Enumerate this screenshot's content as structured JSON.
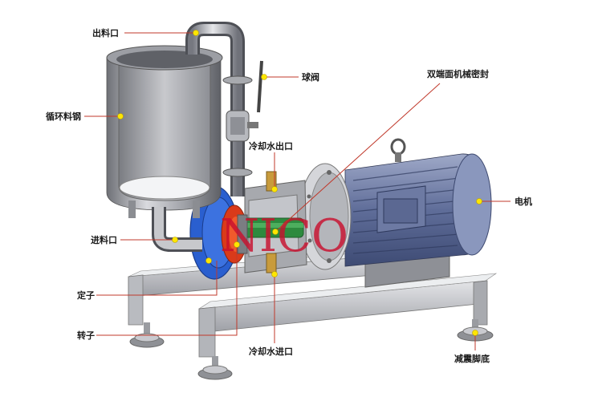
{
  "labels": {
    "outlet": "出料口",
    "ball_valve": "球阀",
    "seal": "双端面机械密封",
    "tank": "循环料钢",
    "cool_out": "冷却水出口",
    "motor": "电机",
    "inlet": "进料口",
    "stator": "定子",
    "rotor": "转子",
    "cool_in": "冷却水进口",
    "feet": "减震脚底"
  },
  "watermark": "NICO",
  "colors": {
    "leader": "#c0392b",
    "dot": "#ffe600",
    "stator_blue": "#2a5fcf",
    "rotor_red": "#d93a1a",
    "shaft_green": "#2d8a3e",
    "steel": "#a9abb0",
    "motor_blue": "#7f93c7"
  }
}
